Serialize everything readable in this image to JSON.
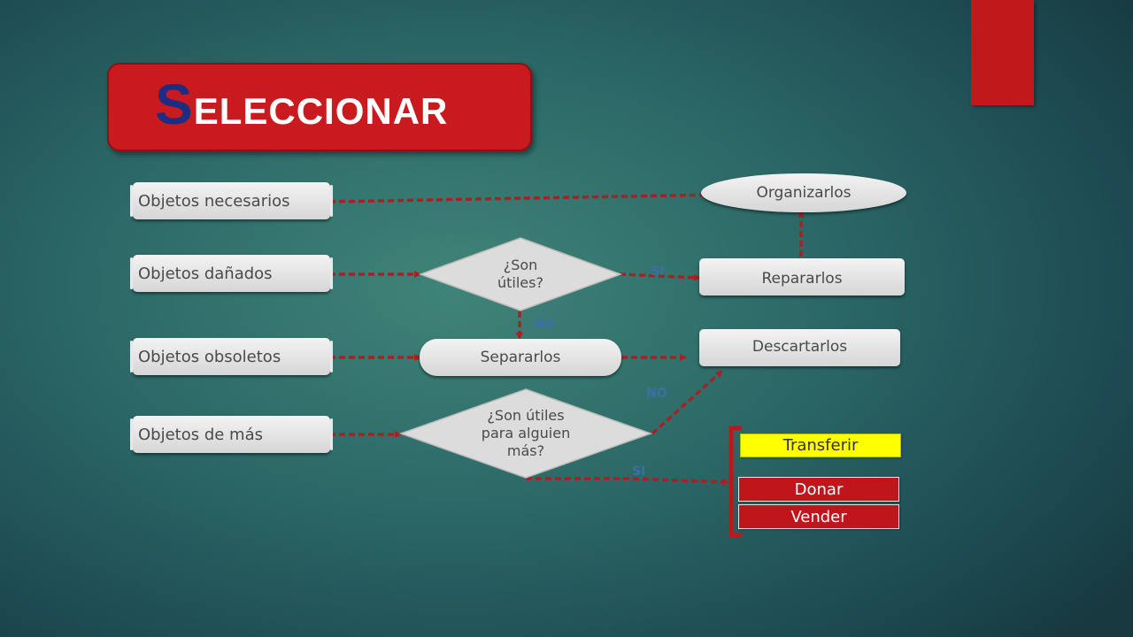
{
  "title": {
    "initial": "S",
    "rest": "ELECCIONAR"
  },
  "nodes": {
    "necesarios": "Objetos necesarios",
    "danados": "Objetos dañados",
    "obsoletos": "Objetos obsoletos",
    "demas": "Objetos de más",
    "organizarlos": "Organizarlos",
    "repararlos": "Repararlos",
    "separarlos": "Separarlos",
    "descartarlos": "Descartarlos"
  },
  "decisions": {
    "utiles": "¿Son\nútiles?",
    "utiles_alguien": "¿Son útiles\npara alguien\nmás?"
  },
  "labels": {
    "si_1": "SI",
    "no_1": "NO",
    "no_2": "NO",
    "si_2": "SI"
  },
  "options": [
    "Transferir",
    "Donar",
    "Vender"
  ],
  "colors": {
    "accent_red": "#c81a1f",
    "title_initial": "#1f2d80",
    "connector": "#a52224",
    "highlight": "#ffff00"
  }
}
